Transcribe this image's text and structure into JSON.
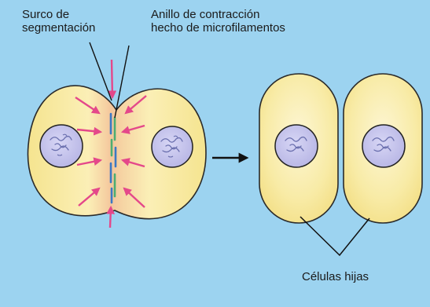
{
  "labels": {
    "furrow": {
      "line1": "Surco de",
      "line2": "segmentación"
    },
    "ring": {
      "line1": "Anillo de contracción",
      "line2": "hecho de microfilamentos"
    },
    "daughters": "Células hijas"
  },
  "colors": {
    "background": "#9cd3f0",
    "cytoplasm": "#f6e797",
    "cytoplasm_pale": "#fcf2c9",
    "cell_outline": "#2a2a2a",
    "nucleus": "#c4c3ec",
    "chromatin": "#6a6fae",
    "contraction_band": "#f1c89c",
    "arrows": "#e4488a",
    "microfilament_blue": "#3b78c4",
    "microfilament_green": "#4cae72"
  },
  "icons": [
    "pink-arrow-icon",
    "black-arrow-icon"
  ]
}
